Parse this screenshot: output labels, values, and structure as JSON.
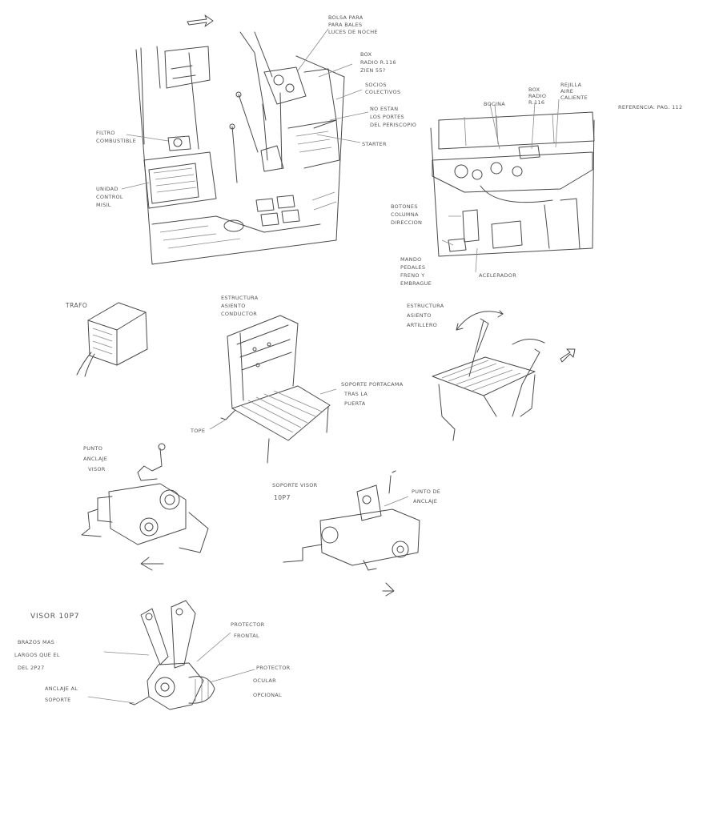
{
  "labels": {
    "engine_bay": {
      "bolsa_balines": "BOLSA PARA",
      "bolsa_balines_2": "PARA BALES",
      "bolsa_balines_3": "LUCES DE NOCHE",
      "box_radio_1": "BOX",
      "box_radio_2": "RADIO R.116",
      "box_radio_3": "ZIEN 55?",
      "bancos": "SOCIOS",
      "bancos_2": "COLECTIVOS",
      "no_estan_1": "NO ESTAN",
      "no_estan_2": "LOS PORTES",
      "no_estan_3": "DEL PERISCOPIO",
      "starter": "STARTER",
      "filtro_1": "FILTRO",
      "filtro_2": "COMBUSTIBLE",
      "unidad_1": "UNIDAD",
      "unidad_2": "CONTROL",
      "unidad_3": "MISIL"
    },
    "dashboard": {
      "box_radio_1": "BOX",
      "box_radio_2": "RADIO",
      "box_radio_3": "R.116",
      "rejilla": "REJILLA",
      "rejilla_2": "AIRE",
      "rejilla_3": "CALIENTE",
      "bocina": "BOCINA",
      "referencia": "REFERENCIA: PAG. 112",
      "botones_1": "BOTONES",
      "botones_2": "COLUMNA",
      "botones_3": "DIRECCION",
      "mando_1": "MANDO",
      "mando_2": "PEDALES",
      "mando_3": "FRENO Y",
      "mando_4": "EMBRAGUE",
      "acelerador": "ACELERADOR"
    },
    "trafo": "TRAFO",
    "seat_driver": {
      "line1": "ESTRUCTURA",
      "line2": "ASIENTO",
      "line3": "CONDUCTOR",
      "soporte_1": "SOPORTE PORTACAMA",
      "soporte_2": "TRAS LA",
      "soporte_3": "PUERTA",
      "tope": "TOPE"
    },
    "seat_gunner": {
      "line1": "ESTRUCTURA",
      "line2": "ASIENTO",
      "line3": "ARTILLERO"
    },
    "visor_mount": {
      "punto_1": "PUNTO",
      "punto_2": "ANCLAJE",
      "punto_3": "VISOR",
      "soporte_1": "SOPORTE VISOR",
      "soporte_2": "10P7",
      "punto_r1": "PUNTO DE",
      "punto_r2": "ANCLAJE"
    },
    "visor": {
      "title": "VISOR 10P7",
      "brazos_1": "BRAZOS MAS",
      "brazos_2": "LARGOS QUE EL",
      "brazos_3": "DEL 2P27",
      "protector_f1": "PROTECTOR",
      "protector_f2": "FRONTAL",
      "protector_o1": "PROTECTOR",
      "protector_o2": "OCULAR",
      "protector_o3": "OPCIONAL",
      "anclaje_1": "ANCLAJE AL",
      "anclaje_2": "SOPORTE"
    }
  }
}
